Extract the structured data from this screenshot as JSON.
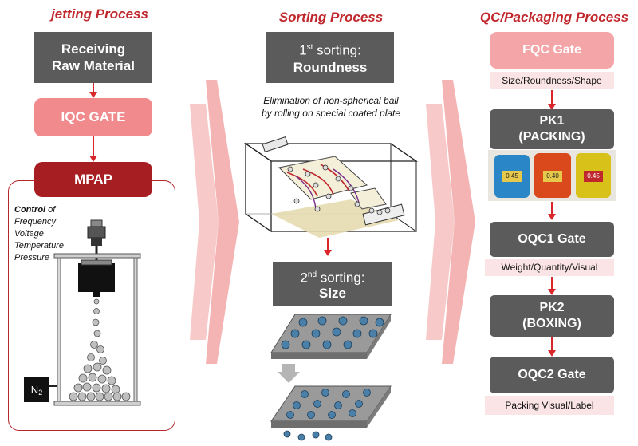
{
  "columns": {
    "jetting": {
      "title": "jetting Process",
      "receiving": [
        "Receiving",
        "Raw Material"
      ],
      "iqc": "IQC GATE",
      "mpap": "MPAP",
      "control_bold": "Control",
      "control_rest": " of",
      "control_items": [
        "Frequency",
        "Voltage",
        "Temperature",
        "Pressure"
      ],
      "n2_main": "N",
      "n2_sub": "2"
    },
    "sorting": {
      "title": "Sorting Process",
      "first": {
        "num": "1",
        "sup": "st",
        "rest": " sorting:",
        "name": "Roundness"
      },
      "caption": [
        "Elimination of non-spherical ball",
        "by rolling on special coated plate"
      ],
      "second": {
        "num": "2",
        "sup": "nd",
        "rest": " sorting:",
        "name": "Size"
      }
    },
    "qc": {
      "title": "QC/Packaging Process",
      "fqc": "FQC Gate",
      "fqc_sub": "Size/Roundness/Shape",
      "pk1": [
        "PK1",
        "(PACKING)"
      ],
      "jar_labels": [
        "0.45",
        "0.40",
        "0.45"
      ],
      "oqc1": "OQC1 Gate",
      "oqc1_sub": "Weight/Quantity/Visual",
      "pk2": [
        "PK2",
        "(BOXING)"
      ],
      "oqc2": "OQC2 Gate",
      "oqc2_sub": "Packing Visual/Label"
    }
  },
  "colors": {
    "title_red": "#c0282d",
    "gray_box": "#5b5b5b",
    "pink_box": "#f08a8c",
    "dark_red": "#a71e22",
    "light_pink": "#fbe4e6",
    "big_arrow": "#f4b4b4"
  }
}
